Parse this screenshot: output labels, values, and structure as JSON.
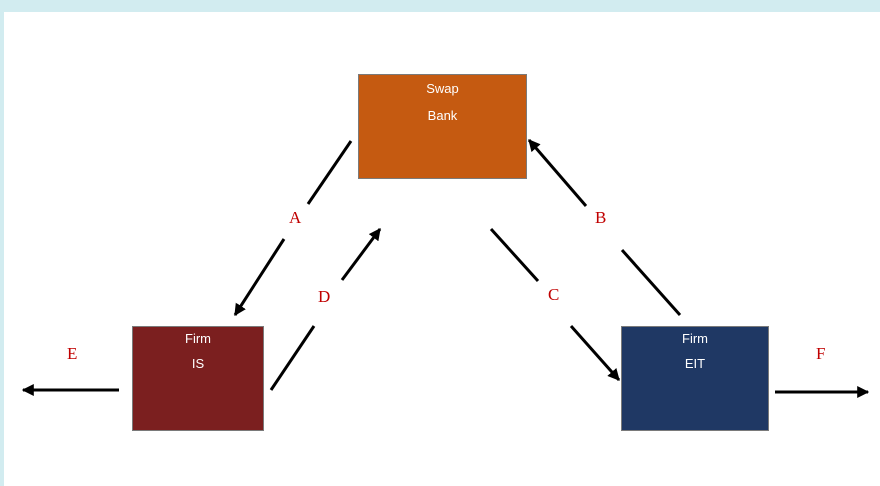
{
  "nodes": {
    "bank": {
      "line1": "Swap",
      "line2": "Bank",
      "color": "#c55a11"
    },
    "firm_is": {
      "line1": "Firm",
      "line2": "IS",
      "color": "#7b1f1f"
    },
    "firm_eit": {
      "line1": "Firm",
      "line2": "EIT",
      "color": "#1f3864"
    }
  },
  "labels": {
    "a": "A",
    "b": "B",
    "c": "C",
    "d": "D",
    "e": "E",
    "f": "F"
  },
  "colors": {
    "label": "#c00000",
    "arrow": "#000000",
    "background": "#d2ecf0"
  }
}
